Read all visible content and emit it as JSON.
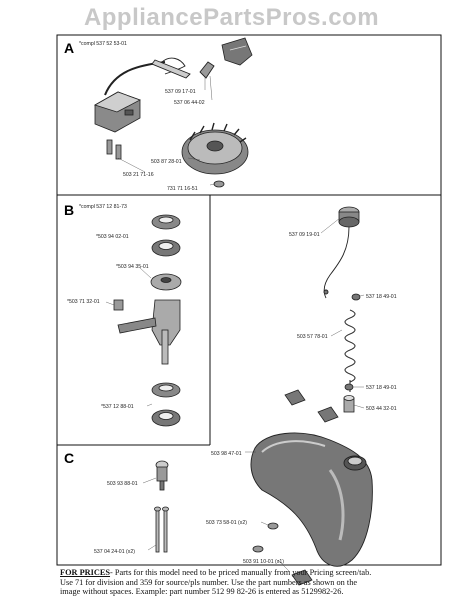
{
  "watermark": "AppliancePartsPros.com",
  "sections": {
    "a": {
      "letter": "A",
      "labels": [
        "*compl 537 52 53-01",
        "537 09 17-01",
        "537 06 44-02",
        "503 87 28-01",
        "503 21 71-16",
        "731 71 16-51"
      ]
    },
    "b": {
      "letter": "B",
      "labels": [
        "*compl 537 12 81-73",
        "*503 94 02-01",
        "*503 94 35-01",
        "*503 71 32-01",
        "*537 12 88-01"
      ]
    },
    "c": {
      "letter": "C",
      "labels": [
        "503 93 88-01",
        "537 04 24-01 (x2)"
      ]
    },
    "right": {
      "labels": [
        "537 09 19-01",
        "537 18 49-01",
        "503 57 78-01",
        "537 18 49-01",
        "503 44 32-01",
        "503 98 47-01",
        "503 73 58-01 (x2)",
        "503 91 10-01 (x1)"
      ]
    }
  },
  "footer": {
    "heading": "FOR PRICES",
    "lines": [
      "- Parts for this model need to be priced manually from your Pricing screen/tab.",
      "Use 71 for division and 359 for source/pls number.  Use the part numbers as shown on the",
      "image without spaces.  Example: part number 512 99 82-26 is entered as 5129982-26."
    ]
  }
}
